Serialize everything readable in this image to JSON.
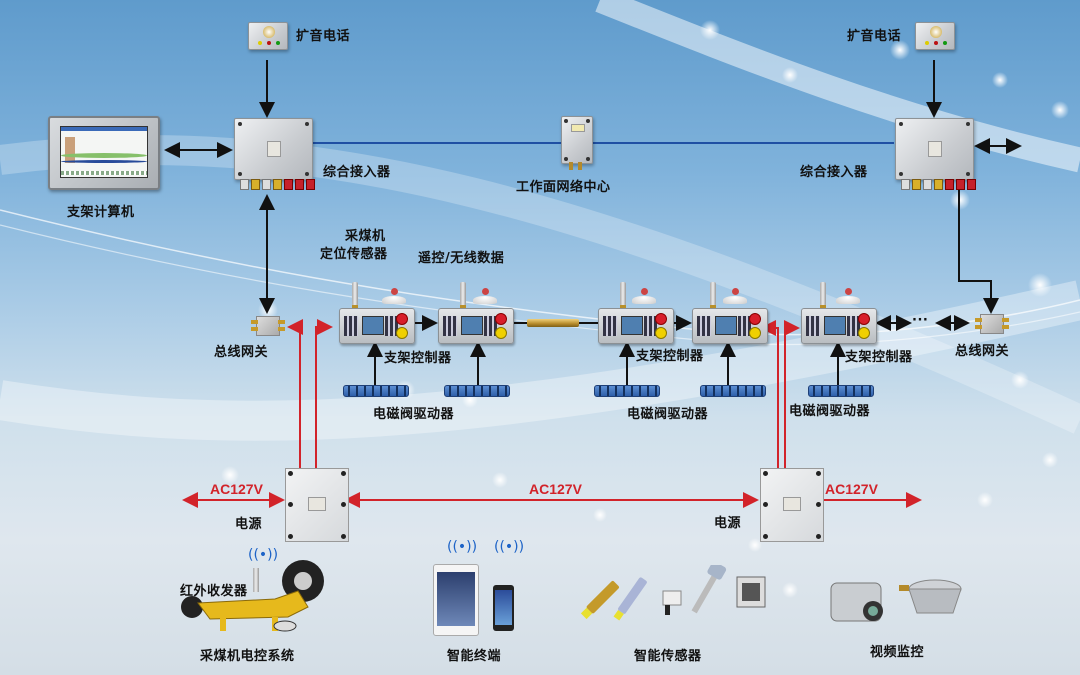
{
  "diagram": {
    "nodes": {
      "speaker_phone_left": "扩音电话",
      "speaker_phone_right": "扩音电话",
      "support_computer": "支架计算机",
      "access_unit_left": "综合接入器",
      "access_unit_right": "综合接入器",
      "face_network_center": "工作面网络中心",
      "shearer_position_sensor_line1": "采煤机",
      "shearer_position_sensor_line2": "定位传感器",
      "remote_wireless": "遥控/无线数据",
      "bus_gateway_left": "总线网关",
      "bus_gateway_right": "总线网关",
      "support_controller_1": "支架控制器",
      "support_controller_2": "支架控制器",
      "support_controller_3": "支架控制器",
      "valve_driver_1": "电磁阀驱动器",
      "valve_driver_2": "电磁阀驱动器",
      "valve_driver_3": "电磁阀驱动器",
      "power_left": "电源",
      "power_right": "电源",
      "ac_left": "AC127V",
      "ac_middle": "AC127V",
      "ac_right": "AC127V",
      "ellipsis": "···",
      "ir_transceiver": "红外收发器",
      "shearer_control": "采煤机电控系统",
      "smart_terminal": "智能终端",
      "smart_sensor": "智能传感器",
      "video_monitor": "视频监控"
    },
    "colors": {
      "power_line": "#d2232a",
      "ethernet_line": "#1f4fa3",
      "signal_line": "#111111",
      "wifi": "#1d63c7"
    }
  }
}
